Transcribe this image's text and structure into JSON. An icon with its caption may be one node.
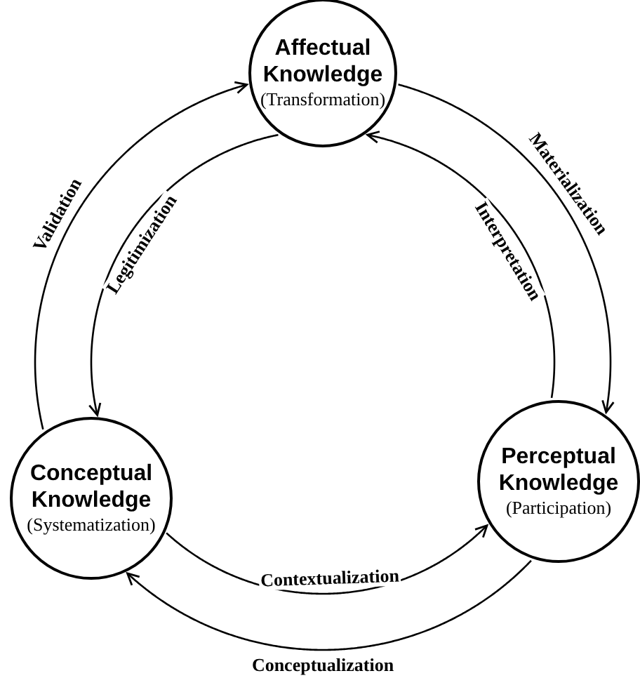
{
  "diagram": {
    "nodes": [
      {
        "text": [
          "Affectual Knowledge",
          "(Transformation)"
        ]
      },
      {
        "text": [
          "Conceptual Knowledge",
          "(Systematization)"
        ]
      },
      {
        "text": [
          "Perceptual Knowledge",
          "(Participation)"
        ]
      }
    ],
    "edges": [
      {
        "from": 0,
        "to": 2,
        "arrow": "to",
        "label": "Materialization"
      },
      {
        "from": 2,
        "to": 0,
        "arrow": "to",
        "label": "Interpretation"
      },
      {
        "from": 0,
        "to": 1,
        "arrow": "to",
        "label": "Legitimization"
      },
      {
        "from": 1,
        "to": 0,
        "arrow": "to",
        "label": "Validation"
      },
      {
        "from": 1,
        "to": 2,
        "arrow": "to",
        "label": "Contextualization"
      },
      {
        "from": 2,
        "to": 1,
        "arrow": "to",
        "label": "Conceptualization"
      }
    ]
  }
}
